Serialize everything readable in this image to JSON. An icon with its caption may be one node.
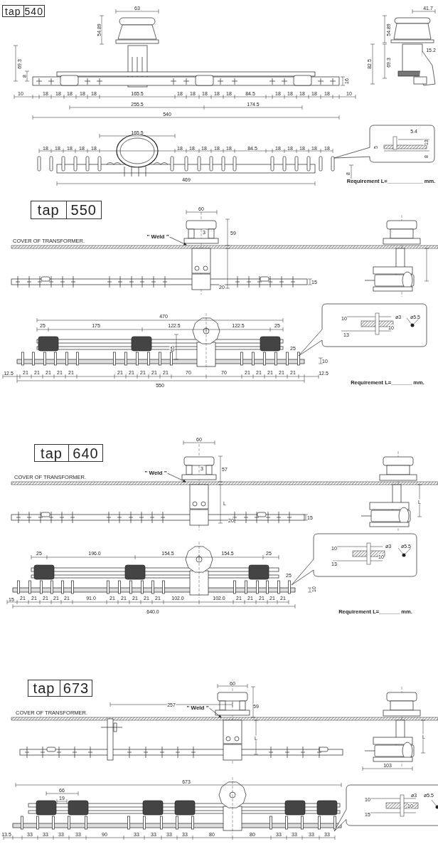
{
  "diagram": {
    "nodes": [
      {
        "text": [
          "tap",
          "540"
        ]
      },
      {
        "text": [
          "tap",
          "550"
        ]
      },
      {
        "text": [
          "\" Weld \""
        ]
      },
      {
        "text": [
          "tap",
          "640"
        ]
      },
      {
        "text": [
          "\" Weld \""
        ]
      },
      {
        "text": [
          "tap",
          "673"
        ]
      },
      {
        "text": [
          "\" Weld \""
        ]
      }
    ],
    "edges": [
      {
        "from": 2,
        "to": null,
        "arrow": "to"
      },
      {
        "from": 4,
        "to": null,
        "arrow": "to"
      },
      {
        "from": 6,
        "to": null,
        "arrow": "to"
      }
    ],
    "labels": [
      "63",
      "54.89",
      "41.7",
      "54.89",
      "69.3",
      "8",
      "15.2",
      "82.5",
      "69.3",
      "16",
      "10",
      "18",
      "18",
      "18",
      "18",
      "18",
      "165.5",
      "18",
      "18",
      "18",
      "18",
      "18",
      "84.5",
      "18",
      "18",
      "18",
      "18",
      "18",
      "10",
      "255.5",
      "174.5",
      "540",
      "165.5",
      "18",
      "18",
      "18",
      "18",
      "18",
      "18",
      "18",
      "18",
      "18",
      "18",
      "84.5",
      "18",
      "18",
      "18",
      "18",
      "18",
      "5.4",
      "13",
      "5",
      "8",
      "8",
      "469",
      "Requirement L=____________ mm.",
      "60",
      "3",
      "59",
      "COVER OF TRANSFORMER.",
      "15",
      "20",
      "470",
      "25",
      "175",
      "122.5",
      "122.5",
      "25",
      "10",
      "ø3",
      "ø5.5",
      "10",
      "13",
      "65",
      "25",
      "10",
      "12.5",
      "21",
      "21",
      "21",
      "21",
      "21",
      "21",
      "21",
      "21",
      "21",
      "21",
      "70",
      "70",
      "21",
      "21",
      "21",
      "21",
      "21",
      "12.5",
      "550",
      "Requirement L=_______ mm.",
      "60",
      "3",
      "57",
      "COVER OF TRANSFORMER.",
      "L",
      "L",
      "15",
      "20",
      "25",
      "196.0",
      "154.5",
      "154.5",
      "25",
      "10",
      "ø3",
      "ø5.5",
      "10",
      "13",
      "25",
      "10",
      "15",
      "21",
      "21",
      "21",
      "21",
      "21",
      "91.0",
      "21",
      "21",
      "21",
      "21",
      "21",
      "102.0",
      "102.0",
      "21",
      "21",
      "21",
      "21",
      "21",
      "640.0",
      "Requirement L=_______ mm.",
      "60",
      "257",
      "59",
      "COVER OF TRANSFORMER.",
      "L",
      "L",
      "103",
      "673",
      "66",
      "10",
      "ø3",
      "ø5.5",
      "10",
      "15",
      "19",
      "13.5",
      "33",
      "33",
      "33",
      "33",
      "90",
      "33",
      "33",
      "33",
      "33",
      "80",
      "80",
      "33",
      "33",
      "33",
      "33"
    ]
  }
}
